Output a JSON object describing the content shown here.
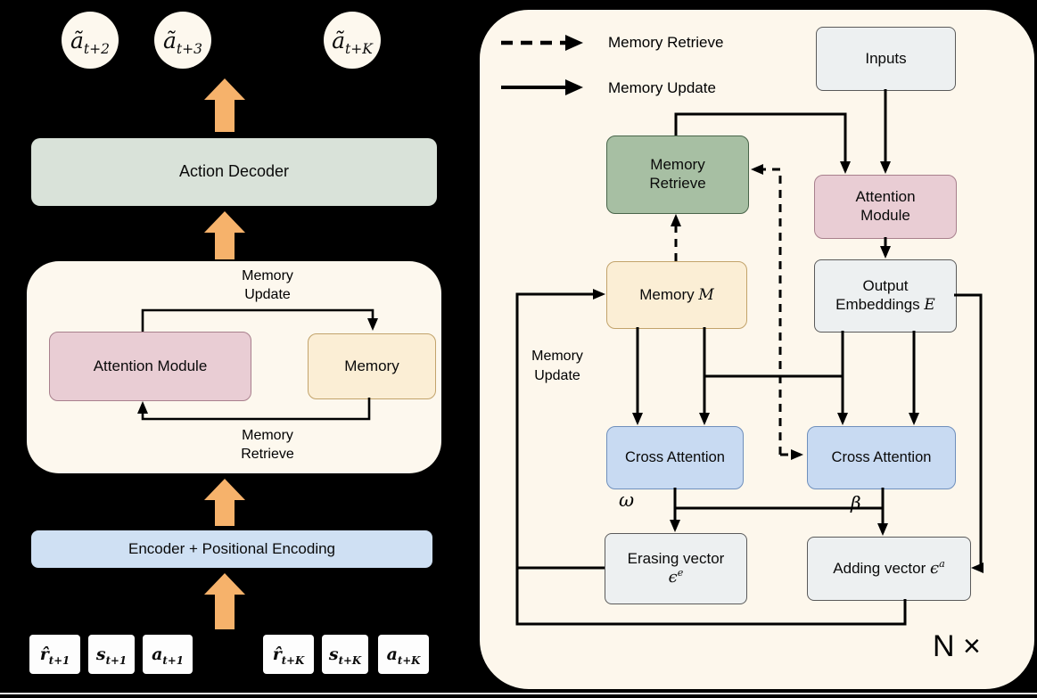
{
  "colors": {
    "background": "#000000",
    "panel_cream": "#fdf7ec",
    "orange_arrow": "#f6b26b",
    "action_decoder_green": "#d9e2d9",
    "attention_pink": "#e9cdd4",
    "memory_cream": "#fbeed5",
    "encoder_blue": "#cfe0f3",
    "cross_attention_blue": "#c8daf2",
    "memory_retrieve_green": "#a7bfa3",
    "gray_box": "#edf0f1",
    "token_white": "#fdfdfd",
    "line_black": "#000000"
  },
  "left": {
    "outputs": [
      {
        "main": "ã",
        "sub": "t+2"
      },
      {
        "main": "ã",
        "sub": "t+3"
      },
      {
        "main": "ã",
        "sub": "t+K"
      }
    ],
    "action_decoder_label": "Action Decoder",
    "memory_block": {
      "update_label": "Memory Update",
      "attention_module_label": "Attention Module",
      "memory_label": "Memory",
      "retrieve_label": "Memory Retrieve"
    },
    "encoder_label": "Encoder + Positional Encoding",
    "tokens": [
      {
        "main": "r̂",
        "sub": "t+1"
      },
      {
        "main": "s",
        "sub": "t+1"
      },
      {
        "main": "a",
        "sub": "t+1"
      },
      {
        "main": "r̂",
        "sub": "t+K"
      },
      {
        "main": "s",
        "sub": "t+K"
      },
      {
        "main": "a",
        "sub": "t+K"
      }
    ]
  },
  "right": {
    "legend": {
      "retrieve_label": "Memory Retrieve",
      "update_label": "Memory Update"
    },
    "boxes": {
      "inputs": "Inputs",
      "memory_retrieve": "Memory Retrieve",
      "attention_module": "Attention Module",
      "memory": {
        "label": "Memory",
        "var": "M"
      },
      "output_embeddings": {
        "label": "Output",
        "label2": "Embeddings",
        "var": "E"
      },
      "cross_attention_left": "Cross Attention",
      "cross_attention_right": "Cross Attention",
      "erasing_vector": {
        "label": "Erasing vector",
        "var": "ϵ",
        "sup": "e"
      },
      "adding_vector": {
        "label": "Adding vector",
        "var": "ϵ",
        "sup": "a"
      }
    },
    "labels": {
      "memory_update": "Memory Update",
      "omega": "ω",
      "beta": "β",
      "repeat": "N ×"
    }
  }
}
